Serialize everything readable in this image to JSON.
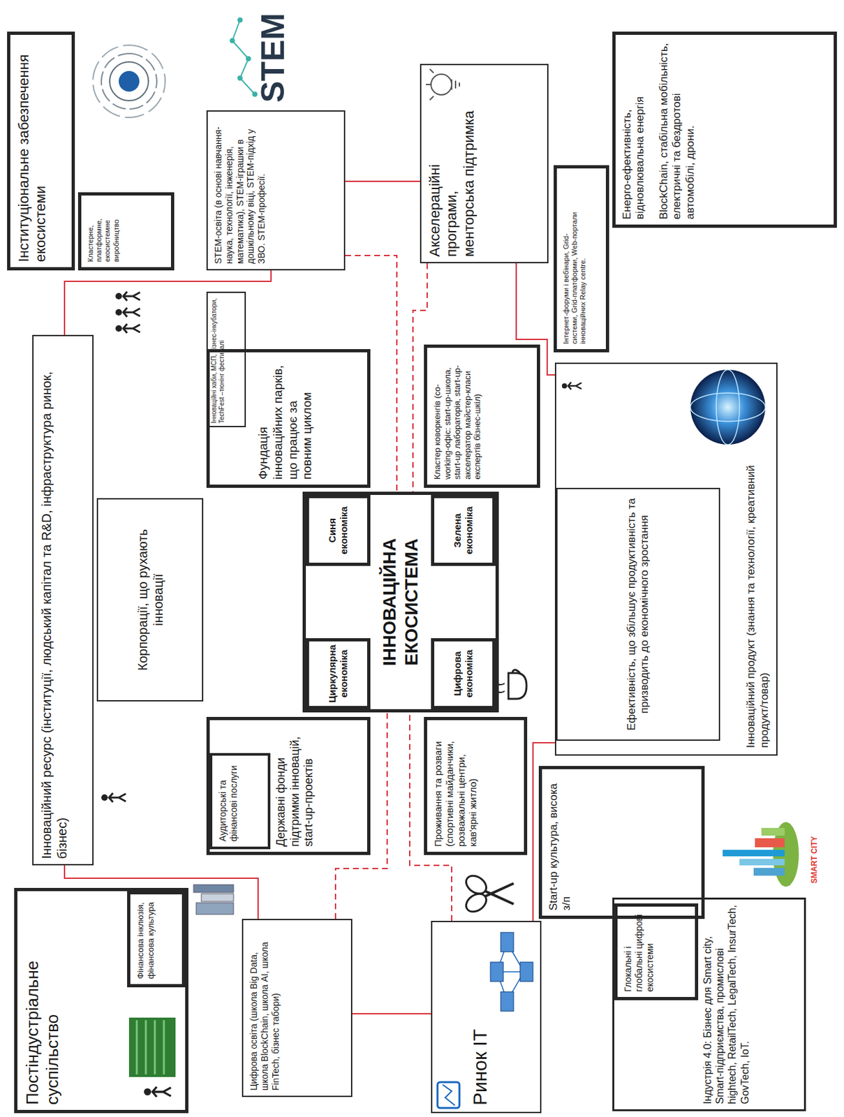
{
  "diagram": {
    "nodes": [
      {
        "text": [
          "Інституціональне забезпечення екосистеми"
        ]
      },
      {
        "text": [
          "Кластерне, платформне, екосистемне виробництво"
        ]
      },
      {
        "text": [
          "STEM-освіта (в основі навчання-наука, технології, інженерія, математика), STEM-іграшки в дошкільному віці, STEM-підхід у ЗВО. STEM-професії."
        ]
      },
      {
        "text": [
          "Акселераційні програми, менторська підтримка"
        ]
      },
      {
        "text": [
          "Інтернет-форуми і вебінари, Grid-системи, Grid-платформи, Web-портали інноваційних Relay centre."
        ]
      },
      {
        "text": [
          "Енерго-ефективність, відновлювальна енергія",
          "BlockChain, стабільна мобільність, електричні та бездротові автомобілі, дрони."
        ]
      },
      {
        "text": [
          "Інноваційний ресурс (інституції, людський капітал та R&D, інфраструктура ринок, бізнес)"
        ]
      },
      {
        "text": [
          "Корпорації, що рухають інновації"
        ]
      },
      {
        "text": [
          "Інноваційні хаби, МСП, бізнес-інкубатори, TechFest –тюнінг фестивалі"
        ]
      },
      {
        "text": [
          "Фундація інноваційних парків, що працює за повним циклом"
        ]
      },
      {
        "text": [
          "ІННОВАЦІЙНА ЕКОСИСТЕМА"
        ]
      },
      {
        "text": [
          "Синя економіка"
        ],
        "in": 10
      },
      {
        "text": [
          "Зелена економіка"
        ],
        "in": 10
      },
      {
        "text": [
          "Циркулярна економіка"
        ],
        "in": 10
      },
      {
        "text": [
          "Цифрова економіка"
        ],
        "in": 10
      },
      {
        "text": [
          "Кластер коворкенгів (co-working-офіс: start-up-школа, start-up лабораторія, start-up-акселератор майстер-класи експертів бізнес-шкіл)"
        ]
      },
      {
        "text": [
          "Державні фонди підтримки інновацій, start-up-проектів"
        ]
      },
      {
        "text": [
          "Аудиторські та фінансові послуги"
        ],
        "in": 16
      },
      {
        "text": [
          "Проживання та розваги (спортивні майданчики, розважальні центри, кав'ярні житло)"
        ]
      },
      {
        "text": [
          "Start-up культура, висока з/п"
        ]
      },
      {
        "text": [
          "Інноваційний продукт (знання та технології, креативний продукт/товар)"
        ]
      },
      {
        "text": [
          "Ефективність, що збільшує продуктивність та призводить до економічного зростання"
        ],
        "in": 20
      },
      {
        "text": [
          "Постіндустріальне суспільство"
        ]
      },
      {
        "text": [
          "Фінансова інклюзія, фінансова культура"
        ],
        "in": 22
      },
      {
        "text": [
          "Цифрова освіта (школа Big Data, школа BlockChain, школа AI, школа FinTech, бізнес табори)"
        ]
      },
      {
        "text": [
          "Ринок IT"
        ]
      },
      {
        "text": [
          "Індустрія 4.0: Бізнес для Smart city, Smart-підприємства, промислові hightech, RetailTech, LegalTech, InsurTech, GovTech, IoT."
        ]
      },
      {
        "text": [
          "Глокальні і глобальні цифрові екосистеми"
        ],
        "in": 26
      }
    ],
    "edges": [
      {
        "from": 2,
        "to": 3,
        "arrow": "none"
      },
      {
        "from": 3,
        "to": 20,
        "arrow": "none"
      },
      {
        "from": 20,
        "to": 25,
        "arrow": "none"
      },
      {
        "from": 25,
        "to": 24,
        "arrow": "none"
      },
      {
        "from": 24,
        "to": 6,
        "arrow": "none"
      },
      {
        "from": 6,
        "to": 2,
        "arrow": "none"
      },
      {
        "from": 2,
        "to": 10,
        "arrow": "none"
      },
      {
        "from": 3,
        "to": 10,
        "arrow": "none"
      },
      {
        "from": 24,
        "to": 10,
        "arrow": "none"
      },
      {
        "from": 25,
        "to": 10,
        "arrow": "none"
      }
    ],
    "labels": [
      "STEM",
      "SMART CITY"
    ]
  }
}
